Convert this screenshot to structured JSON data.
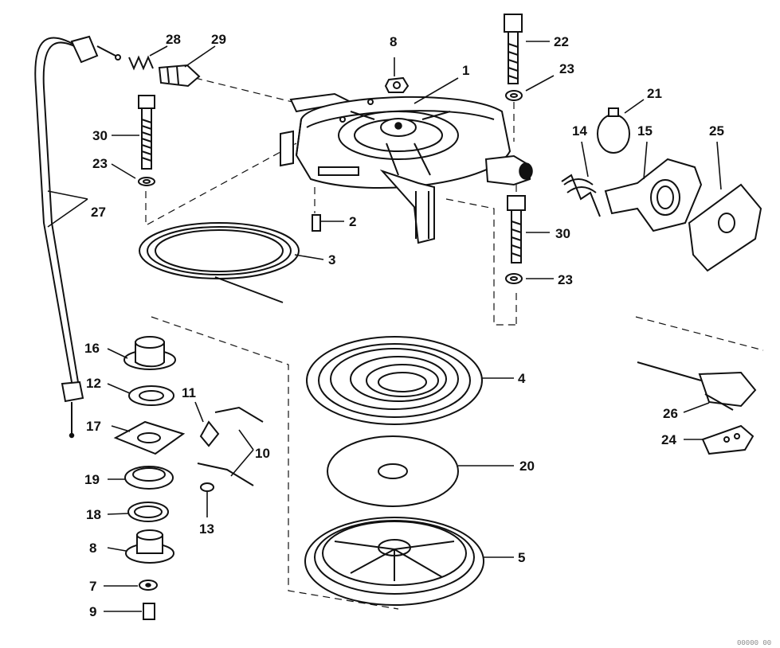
{
  "parts": {
    "p1": "1",
    "p2": "2",
    "p3": "3",
    "p4": "4",
    "p5": "5",
    "p7": "7",
    "p8a": "8",
    "p8b": "8",
    "p9": "9",
    "p10": "10",
    "p11": "11",
    "p12": "12",
    "p13": "13",
    "p14": "14",
    "p15": "15",
    "p16": "16",
    "p17": "17",
    "p18": "18",
    "p19": "19",
    "p20": "20",
    "p21": "21",
    "p22": "22",
    "p23a": "23",
    "p23b": "23",
    "p23c": "23",
    "p24": "24",
    "p25": "25",
    "p26": "26",
    "p27": "27",
    "p28": "28",
    "p29": "29",
    "p30a": "30",
    "p30b": "30"
  },
  "drawing_code": "00000 00"
}
